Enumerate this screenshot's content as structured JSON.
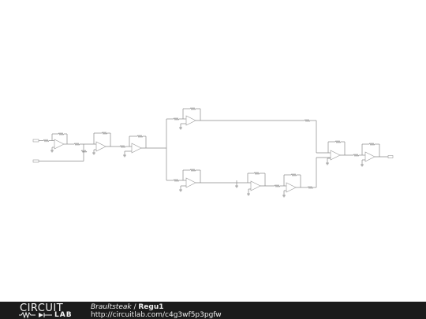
{
  "footer": {
    "logo_top": "CIRCUIT",
    "logo_bottom": "LAB",
    "author": "Braultsteak",
    "separator": " / ",
    "title": "Regu1",
    "url": "http://circuitlab.com/c4g3wf5p3pgfw"
  },
  "colors": {
    "wire": "#8a8a8a",
    "footer_bg": "#1b1b1b",
    "footer_text": "#ffffff"
  }
}
